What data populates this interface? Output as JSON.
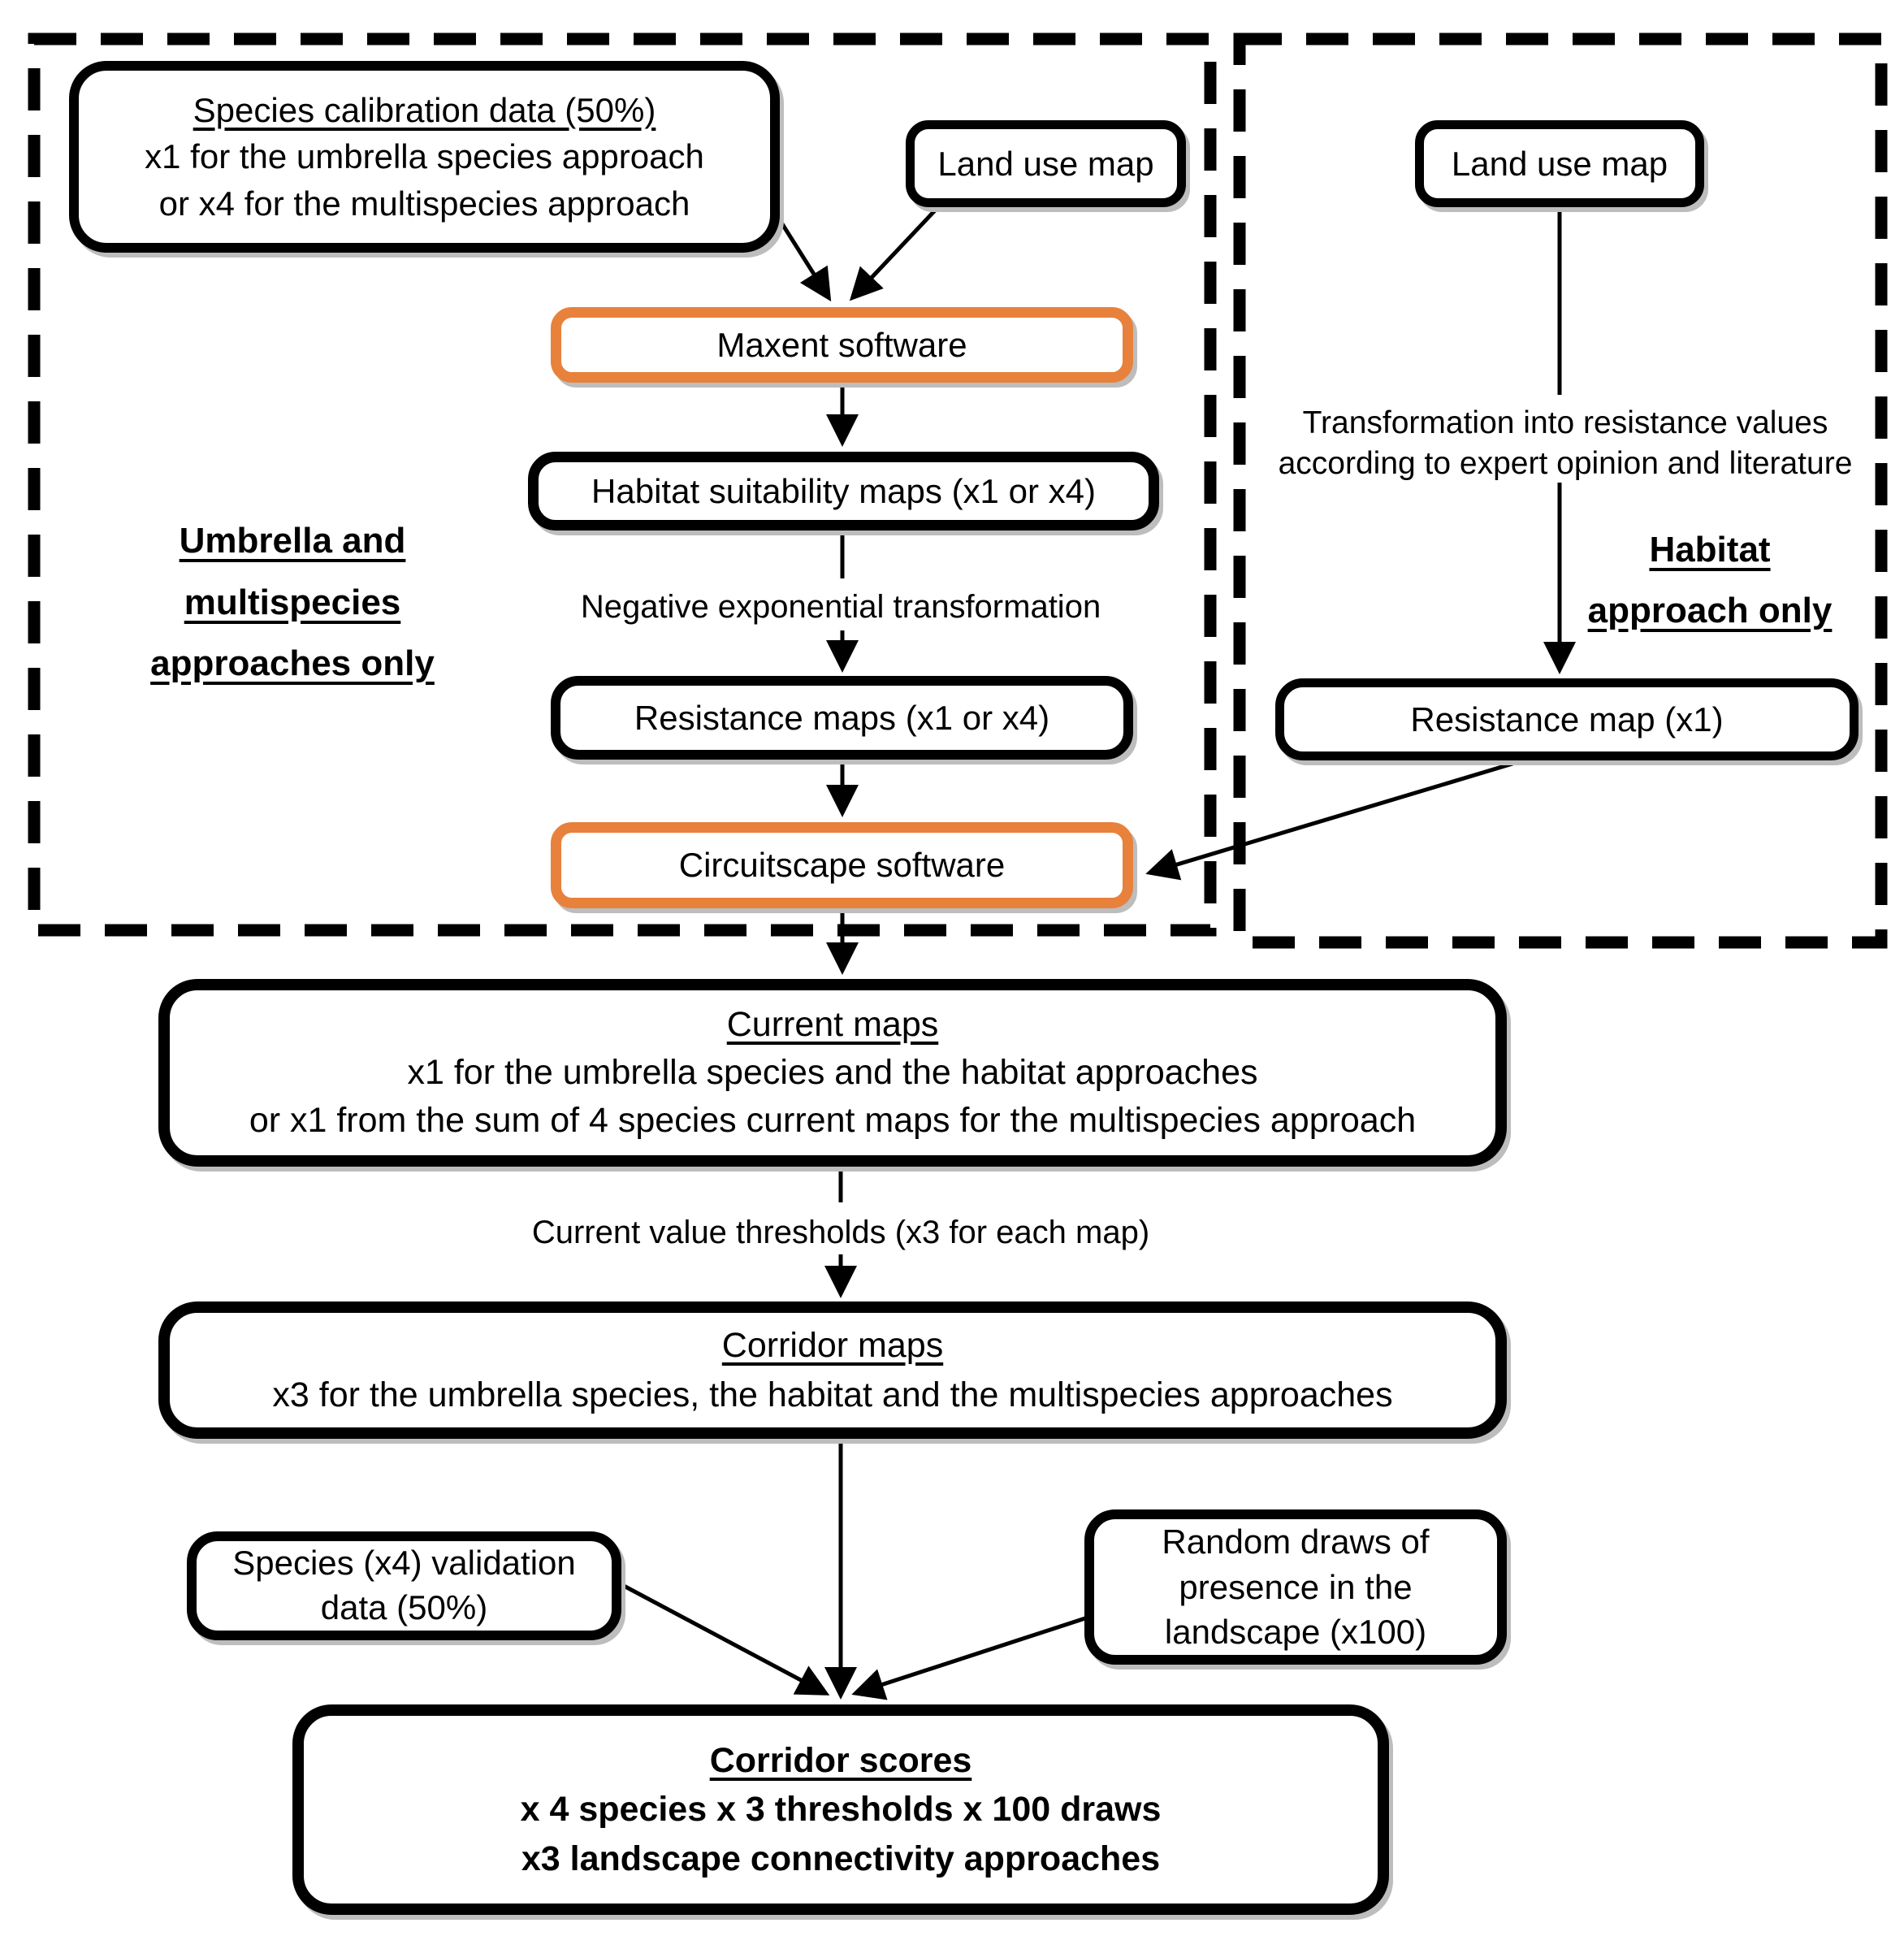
{
  "figure": {
    "type": "flowchart-methods-diagram"
  },
  "colors": {
    "accent_orange": "#E8813B",
    "ink": "#000000"
  },
  "groups": {
    "umbrella": {
      "label_lines": [
        "Umbrella and",
        "multispecies",
        "approaches only"
      ]
    },
    "habitat": {
      "label_lines": [
        "Habitat",
        "approach only"
      ]
    }
  },
  "nodes": {
    "species_calibration": {
      "title": "Species calibration data (50%)",
      "lines": [
        "x1 for the umbrella species approach",
        "or x4 for the multispecies approach"
      ]
    },
    "land_use_left": {
      "label": "Land use map"
    },
    "land_use_right": {
      "label": "Land use map"
    },
    "maxent": {
      "label": "Maxent software"
    },
    "habitat_suitability": {
      "label": "Habitat suitability maps (x1 or x4)"
    },
    "negative_exponential_note": {
      "label": "Negative exponential transformation"
    },
    "resistance_maps": {
      "label": "Resistance maps (x1 or x4)"
    },
    "circuitscape": {
      "label": "Circuitscape software"
    },
    "transformation_note": {
      "lines": [
        "Transformation into resistance values",
        "according to expert opinion and literature"
      ]
    },
    "resistance_map_right": {
      "label": "Resistance map (x1)"
    },
    "current_maps": {
      "title": "Current maps",
      "lines": [
        "x1 for the umbrella species and the habitat approaches",
        "or x1 from the sum of 4 species current maps for the multispecies approach"
      ]
    },
    "thresholds_note": {
      "label": "Current value thresholds (x3 for each map)"
    },
    "corridor_maps": {
      "title": "Corridor maps",
      "lines": [
        "x3 for the umbrella species, the habitat and the multispecies approaches"
      ]
    },
    "species_validation": {
      "lines": [
        "Species (x4) validation",
        "data (50%)"
      ]
    },
    "random_draws": {
      "lines": [
        "Random draws of",
        "presence in the",
        "landscape (x100)"
      ]
    },
    "corridor_scores": {
      "title": "Corridor scores",
      "lines": [
        "x 4 species x 3 thresholds x 100 draws",
        "x3 landscape connectivity approaches"
      ]
    }
  }
}
